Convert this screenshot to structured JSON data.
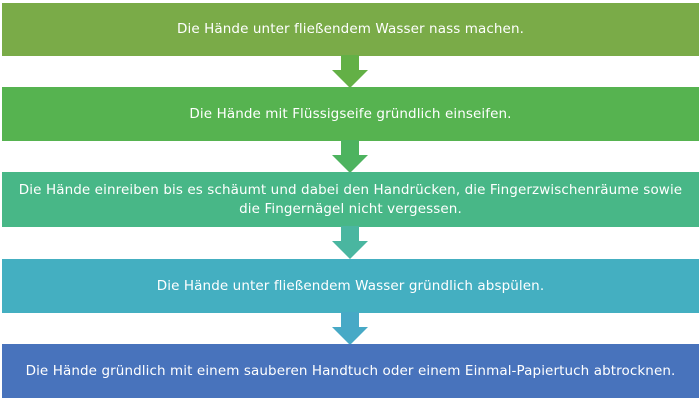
{
  "steps": [
    {
      "text": "Die Hände unter fließendem Wasser nass machen.",
      "color": "#7AAB48"
    },
    {
      "text": "Die Hände mit Flüssigseife gründlich einseifen.",
      "color": "#56B350"
    },
    {
      "text": "Die Hände einreiben bis es schäumt und dabei den Handrücken, die Fingerzwischenräume sowie die Fingernägel nicht vergessen.",
      "color": "#48B787"
    },
    {
      "text": "Die Hände unter fließendem Wasser gründlich abspülen.",
      "color": "#44AFC1"
    },
    {
      "text": "Die Hände gründlich mit einem sauberen Handtuch oder einem Einmal-Papiertuch abtrocknen.",
      "color": "#4873BC"
    }
  ],
  "arrows": [
    {
      "color": "#63B046"
    },
    {
      "color": "#4DB35F"
    },
    {
      "color": "#4AB6A0"
    },
    {
      "color": "#47A9C6"
    }
  ]
}
